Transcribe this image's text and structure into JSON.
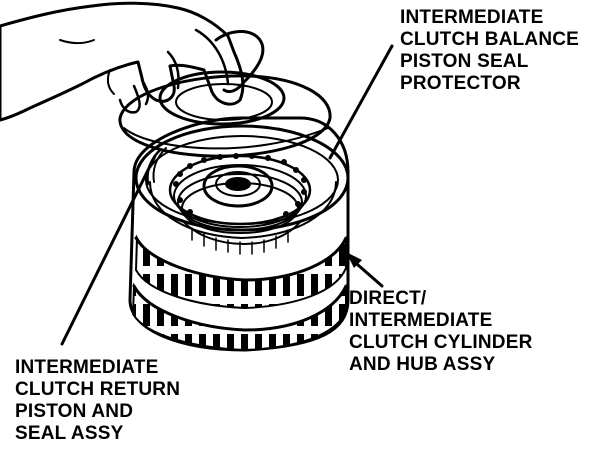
{
  "callouts": {
    "balance_protector": {
      "lines": [
        "INTERMEDIATE",
        "CLUTCH BALANCE",
        "PISTON SEAL",
        "PROTECTOR"
      ]
    },
    "cylinder_hub": {
      "lines": [
        "DIRECT/",
        "INTERMEDIATE",
        "CLUTCH CYLINDER",
        "AND HUB ASSY"
      ]
    },
    "return_piston": {
      "lines": [
        "INTERMEDIATE",
        "CLUTCH RETURN",
        "PISTON AND",
        "SEAL ASSY"
      ]
    }
  },
  "colors": {
    "ink": "#000000",
    "paper": "#ffffff"
  }
}
